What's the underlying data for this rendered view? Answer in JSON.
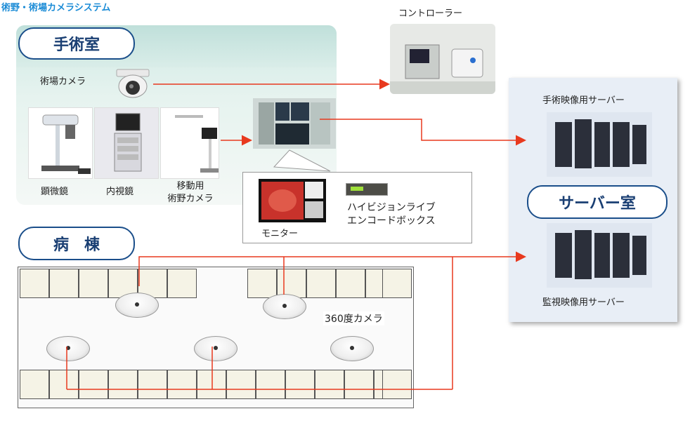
{
  "title": "術野・術場カメラシステム",
  "operating_room": {
    "heading": "手術室",
    "field_camera": "術場カメラ",
    "devices": [
      "顕微鏡",
      "内視鏡",
      "移動用\n術野カメラ"
    ]
  },
  "controller": "コントローラー",
  "monitor_box": {
    "monitor": "モニター",
    "encoder": "ハイビジョンライブ\nエンコードボックス"
  },
  "server_room": {
    "heading": "サーバー室",
    "surgery_server": "手術映像用サーバー",
    "monitoring_server": "監視映像用サーバー"
  },
  "ward": {
    "heading": "病　棟",
    "camera_360": "360度カメラ"
  },
  "colors": {
    "arrow": "#e8391e",
    "title": "#1a8bd6",
    "pill_border": "#1a4e8a"
  }
}
